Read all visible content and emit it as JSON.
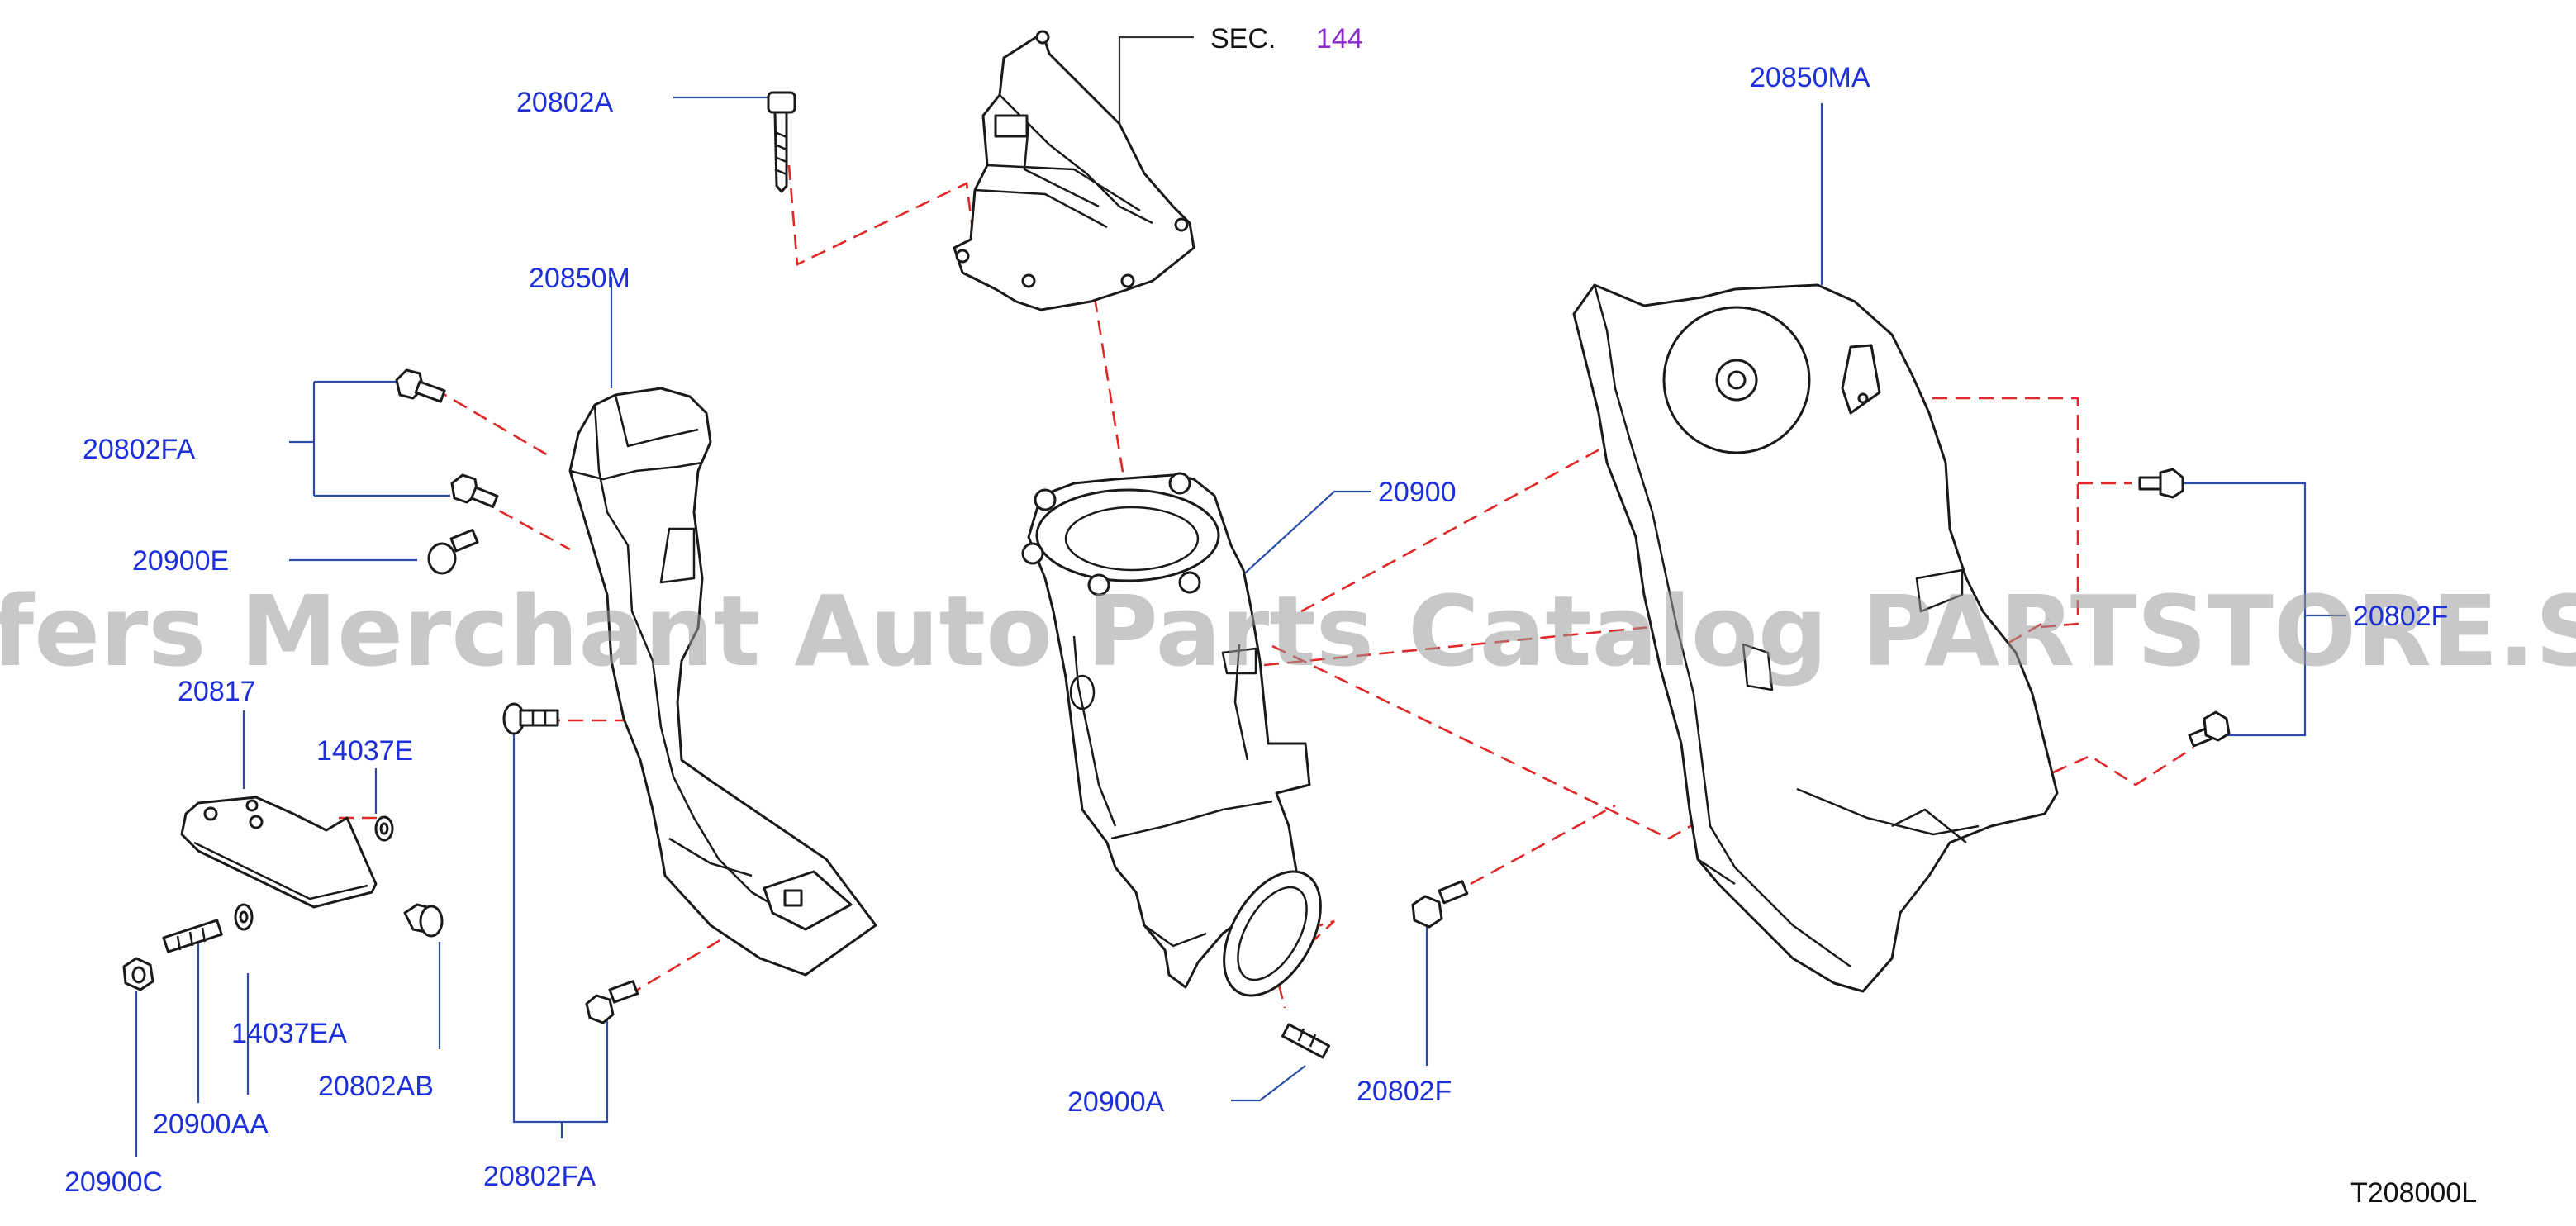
{
  "colors": {
    "label_blue": "#1c2fd8",
    "sec_ref_purple": "#8a2ac9",
    "dash_red": "#e02828",
    "leader_blue": "#2a4ea8",
    "outline": "#1a1a1a",
    "watermark": "#9a9a9a"
  },
  "watermark": "Offers Merchant Auto Parts Catalog PARTSTORE.SA",
  "sec_reference": {
    "prefix": "SEC.",
    "number": "144"
  },
  "diagram_code": "T208000L",
  "labels": {
    "p20802A": "20802A",
    "p20850M": "20850M",
    "p20802FA_top": "20802FA",
    "p20900E": "20900E",
    "p20817": "20817",
    "p14037E": "14037E",
    "p14037EA": "14037EA",
    "p20802AB": "20802AB",
    "p20900AA": "20900AA",
    "p20900C": "20900C",
    "p20802FA_bottom": "20802FA",
    "p20900": "20900",
    "p20900A": "20900A",
    "p20802F_bottom": "20802F",
    "p20850MA": "20850MA",
    "p20802F_right": "20802F"
  }
}
